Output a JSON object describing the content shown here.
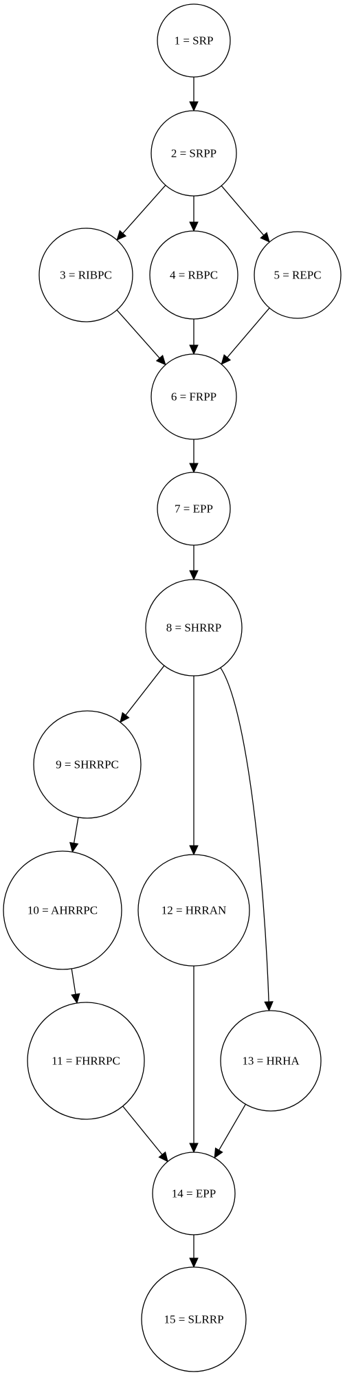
{
  "diagram": {
    "type": "directed-graph",
    "colors": {
      "stroke": "#000000",
      "fill": "#ffffff",
      "text": "#000000"
    },
    "nodes": [
      {
        "id": "n1",
        "label": "1 = SRP"
      },
      {
        "id": "n2",
        "label": "2 = SRPP"
      },
      {
        "id": "n3",
        "label": "3 = RIBPC"
      },
      {
        "id": "n4",
        "label": "4 = RBPC"
      },
      {
        "id": "n5",
        "label": "5 = REPC"
      },
      {
        "id": "n6",
        "label": "6 = FRPP"
      },
      {
        "id": "n7",
        "label": "7 = EPP"
      },
      {
        "id": "n8",
        "label": "8 = SHRRP"
      },
      {
        "id": "n9",
        "label": "9 = SHRRPC"
      },
      {
        "id": "n10",
        "label": "10 = AHRRPC"
      },
      {
        "id": "n11",
        "label": "11 = FHRRPC"
      },
      {
        "id": "n12",
        "label": "12 = HRRAN"
      },
      {
        "id": "n13",
        "label": "13 = HRHA"
      },
      {
        "id": "n14",
        "label": "14 = EPP"
      },
      {
        "id": "n15",
        "label": "15 = SLRRP"
      }
    ],
    "edges": [
      {
        "from": "n1",
        "to": "n2"
      },
      {
        "from": "n2",
        "to": "n3"
      },
      {
        "from": "n2",
        "to": "n4"
      },
      {
        "from": "n2",
        "to": "n5"
      },
      {
        "from": "n3",
        "to": "n6"
      },
      {
        "from": "n4",
        "to": "n6"
      },
      {
        "from": "n5",
        "to": "n6"
      },
      {
        "from": "n6",
        "to": "n7"
      },
      {
        "from": "n7",
        "to": "n8"
      },
      {
        "from": "n8",
        "to": "n9"
      },
      {
        "from": "n8",
        "to": "n12"
      },
      {
        "from": "n8",
        "to": "n13"
      },
      {
        "from": "n9",
        "to": "n10"
      },
      {
        "from": "n10",
        "to": "n11"
      },
      {
        "from": "n11",
        "to": "n14"
      },
      {
        "from": "n12",
        "to": "n14"
      },
      {
        "from": "n13",
        "to": "n14"
      },
      {
        "from": "n14",
        "to": "n15"
      }
    ]
  }
}
